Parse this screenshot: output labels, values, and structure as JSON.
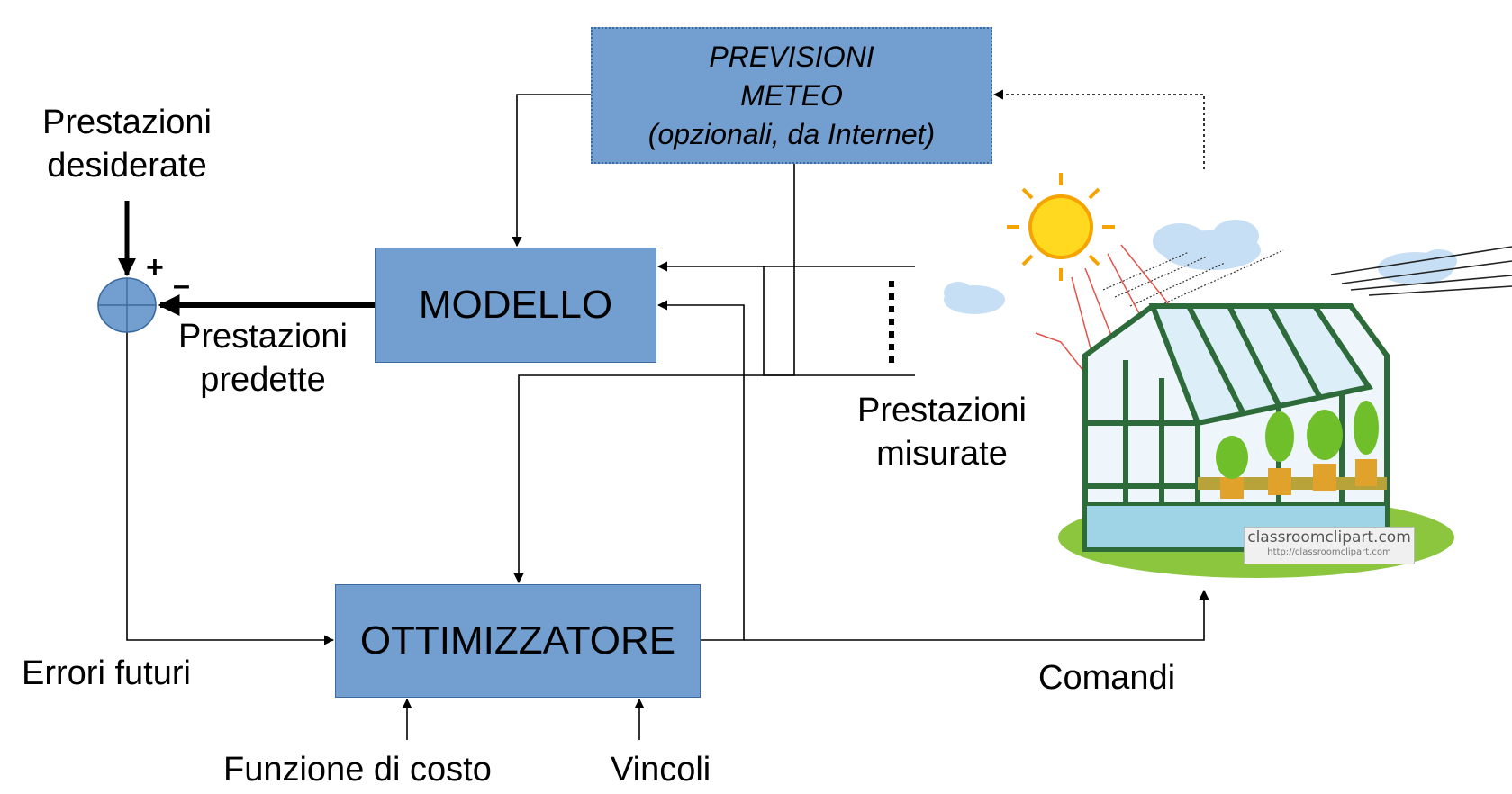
{
  "boxes": {
    "meteo": {
      "line1": "PREVISIONI",
      "line2": "METEO",
      "line3": "(opzionali, da Internet)"
    },
    "modello": "MODELLO",
    "ottimizzatore": "OTTIMIZZATORE"
  },
  "labels": {
    "prestazioni_desiderate": {
      "line1": "Prestazioni",
      "line2": "desiderate"
    },
    "prestazioni_predette": {
      "line1": "Prestazioni",
      "line2": "predette"
    },
    "prestazioni_misurate": {
      "line1": "Prestazioni",
      "line2": "misurate"
    },
    "errori_futuri": "Errori futuri",
    "comandi": "Comandi",
    "funzione_di_costo": "Funzione di costo",
    "vincoli": "Vincoli"
  },
  "signs": {
    "plus": "+",
    "minus": "–"
  },
  "watermark": {
    "main": "classroomclipart.com",
    "sub": "http://classroomclipart.com"
  },
  "colors": {
    "box_fill": "#729fcf",
    "box_border": "#3b6a9e",
    "line": "#000000"
  }
}
